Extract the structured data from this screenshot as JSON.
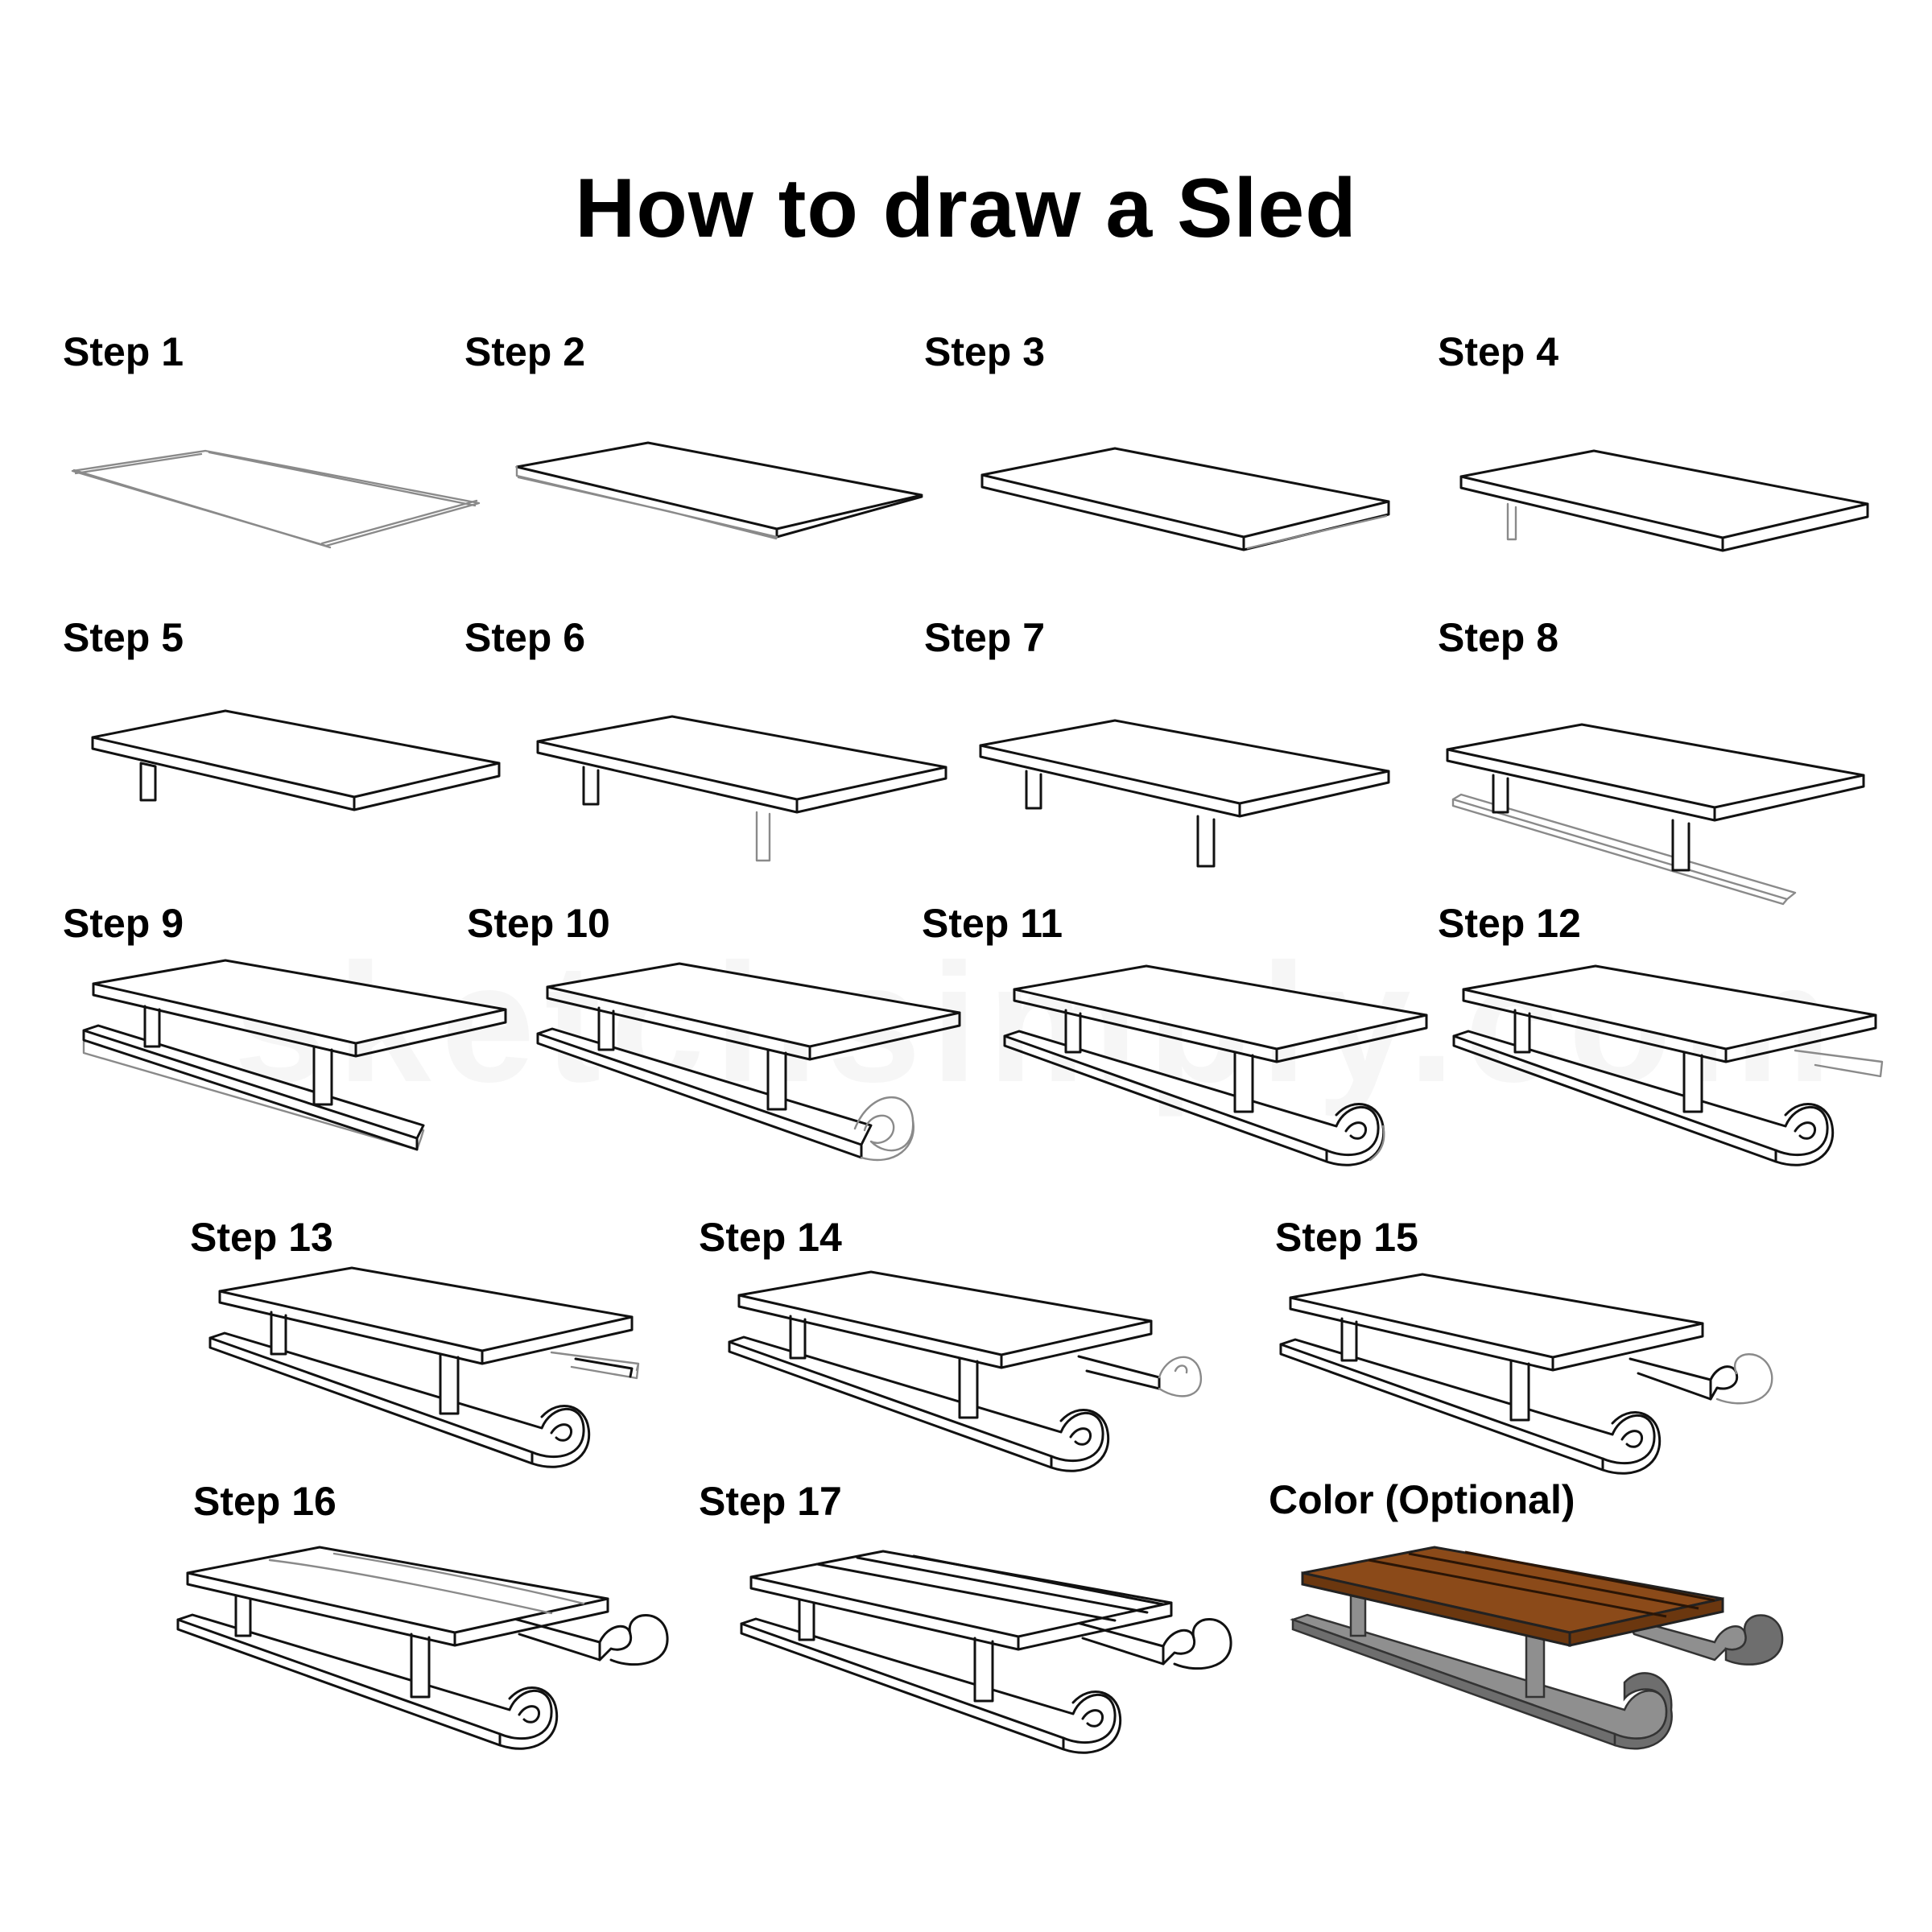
{
  "title": "How to draw a Sled",
  "watermark": "sketchsimply.com",
  "labels": [
    "Step 1",
    "Step 2",
    "Step 3",
    "Step 4",
    "Step 5",
    "Step 6",
    "Step 7",
    "Step 8",
    "Step 9",
    "Step 10",
    "Step 11",
    "Step 12",
    "Step 13",
    "Step 14",
    "Step 15",
    "Step 16",
    "Step 17",
    "Color (Optional)"
  ],
  "colors": {
    "wood": "#8b4a19",
    "wood_edge": "#6b370f",
    "metal": "#8f8f8f",
    "metal_dark": "#6e6e6e",
    "sketch": "#8a8a8a",
    "ink": "#111111"
  }
}
